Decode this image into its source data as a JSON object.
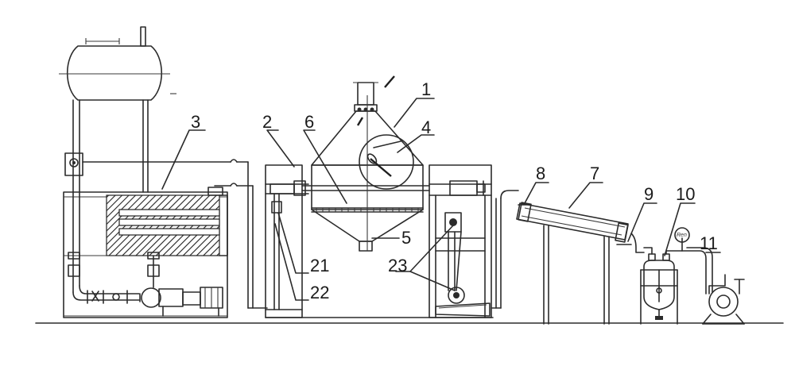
{
  "labels": {
    "l1": "1",
    "l2": "2",
    "l3": "3",
    "l4": "4",
    "l5": "5",
    "l6": "6",
    "l7": "7",
    "l8": "8",
    "l9": "9",
    "l10": "10",
    "l11": "11",
    "l21": "21",
    "l22": "22",
    "l23": "23"
  },
  "gauge": {
    "text": "Ren"
  }
}
